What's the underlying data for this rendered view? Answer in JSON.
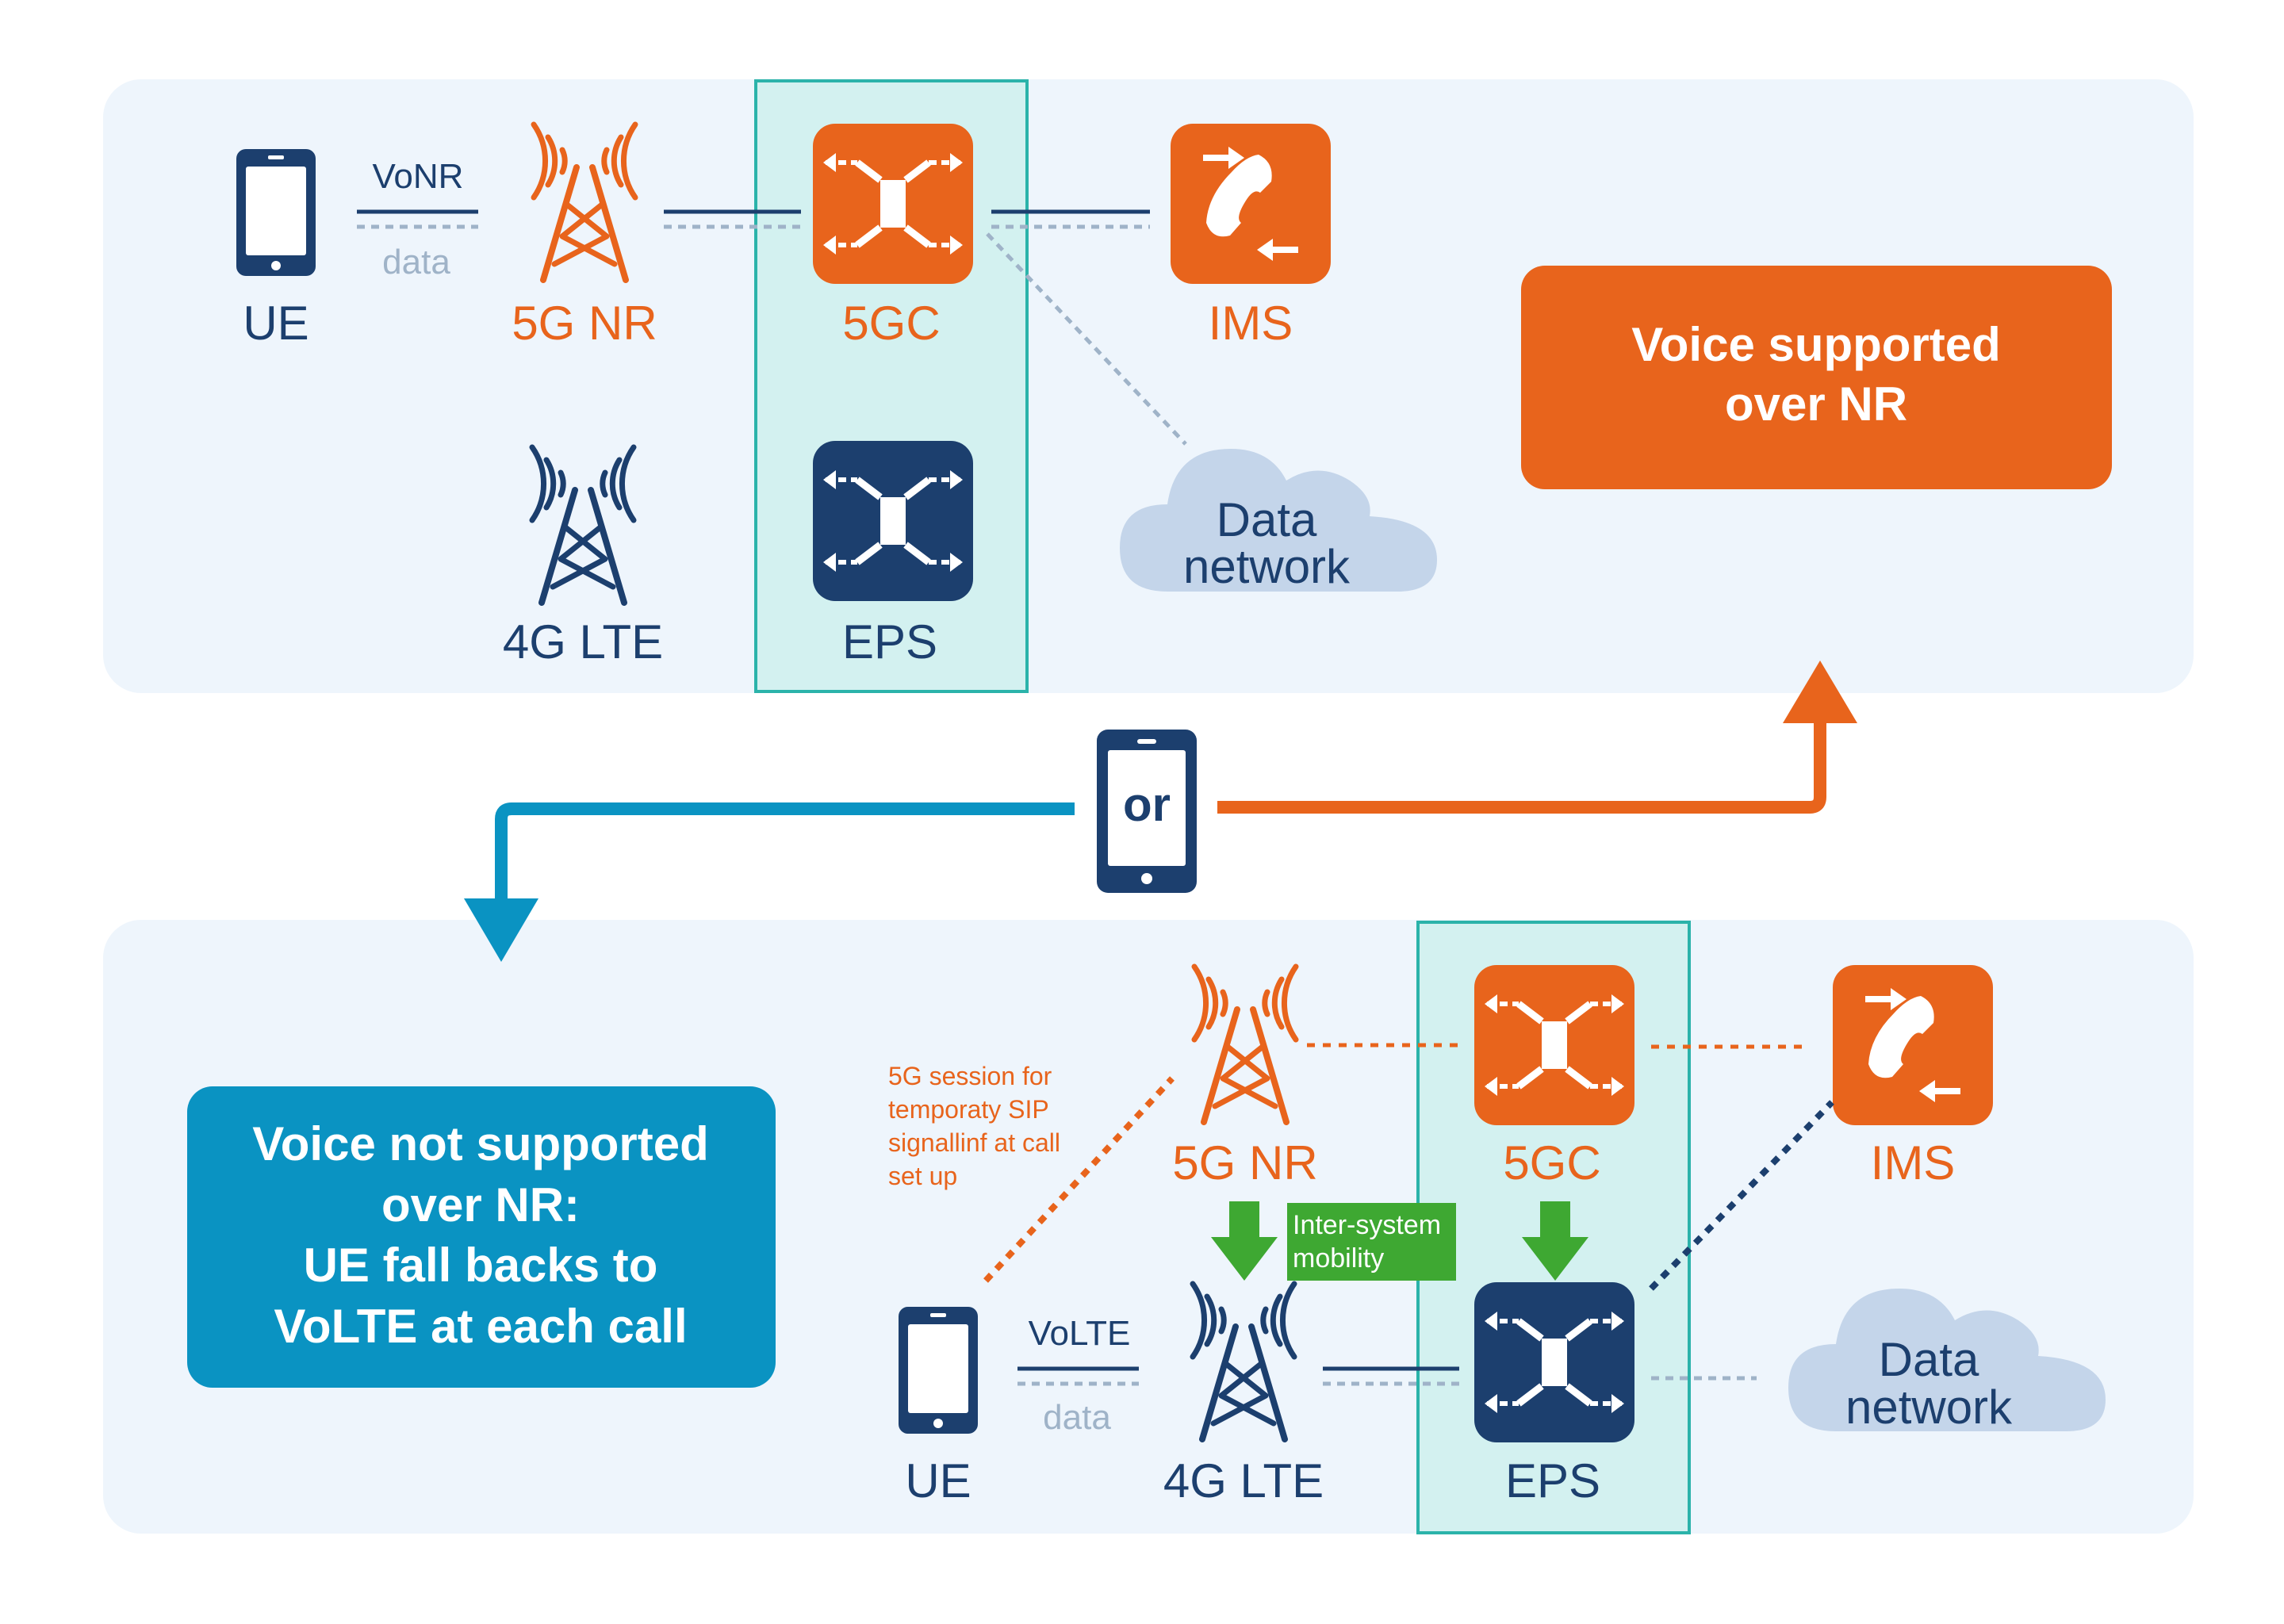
{
  "colors": {
    "orange": "#e8641c",
    "navy": "#1c3f6e",
    "teal": "#0a93c2",
    "green": "#3ea832",
    "panel": "#eef5fc",
    "core_highlight": "#d3f1f0",
    "core_border": "#2bb3aa",
    "cloud": "#c4d5ea",
    "data_gray": "#9fb3c8"
  },
  "top_panel": {
    "ue_label": "UE",
    "link_voice_label": "VoNR",
    "link_data_label": "data",
    "nr_label": "5G NR",
    "lte_label": "4G LTE",
    "core_5gc_label": "5GC",
    "core_eps_label": "EPS",
    "ims_label": "IMS",
    "data_network_label": [
      "Data",
      "network"
    ]
  },
  "middle": {
    "or_label": "or"
  },
  "result_nr": {
    "lines": [
      "Voice supported",
      "over NR"
    ]
  },
  "result_fallback": {
    "lines": [
      "Voice not supported",
      "over NR:",
      "UE fall backs to",
      "VoLTE at each call"
    ]
  },
  "bottom_panel": {
    "ue_label": "UE",
    "link_voice_label": "VoLTE",
    "link_data_label": "data",
    "nr_label": "5G NR",
    "lte_label": "4G LTE",
    "core_5gc_label": "5GC",
    "core_eps_label": "EPS",
    "ims_label": "IMS",
    "data_network_label": [
      "Data",
      "network"
    ],
    "session_note": [
      "5G session for",
      "temporaty SIP",
      "signallinf at call",
      "set up"
    ],
    "mobility_note": [
      "Inter-system",
      "mobility"
    ]
  },
  "icons": {
    "phone": "phone-icon",
    "tower": "cell-tower-icon",
    "core": "network-core-icon",
    "ims": "ims-call-icon",
    "cloud": "cloud-icon"
  }
}
